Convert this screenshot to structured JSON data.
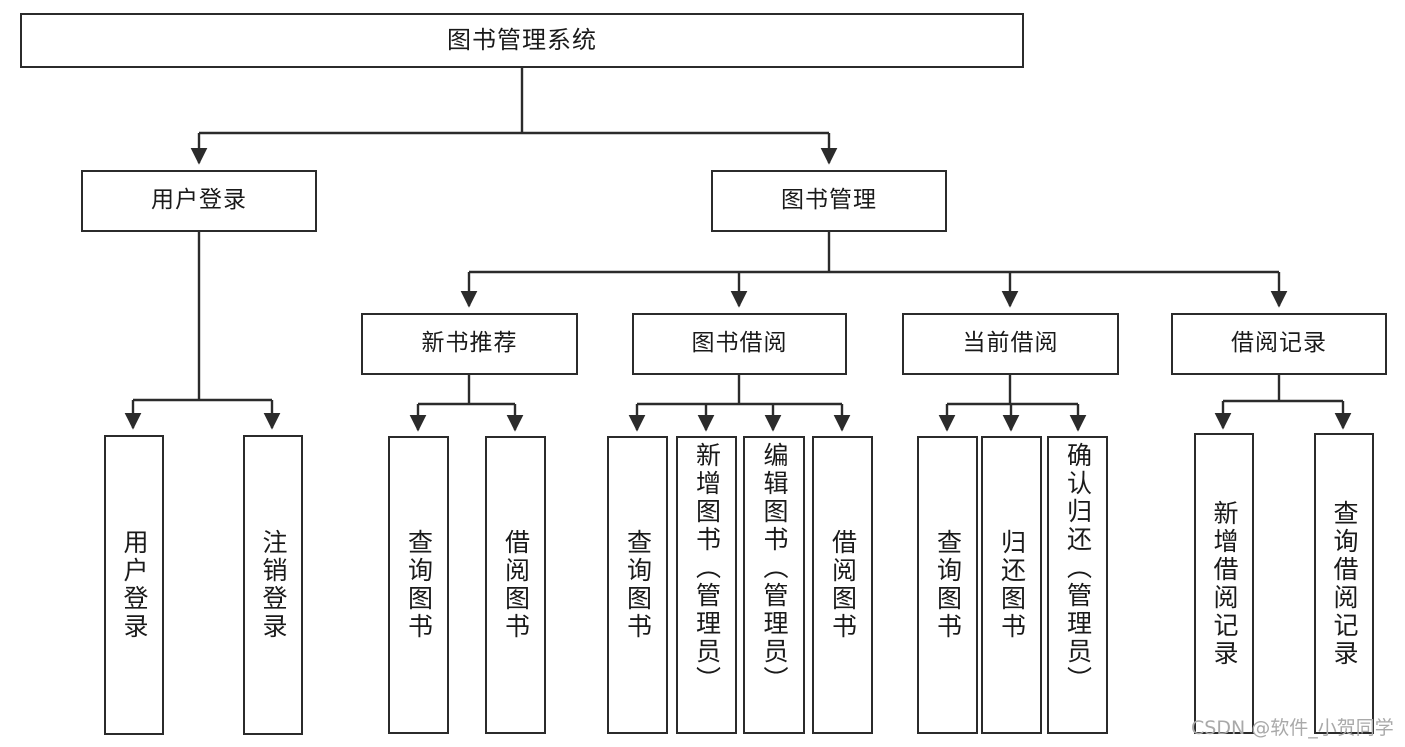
{
  "diagram": {
    "title": "图书管理系统",
    "type": "hierarchy-tree",
    "watermark": "CSDN @软件_小贺同学",
    "colors": {
      "stroke": "#2b2b2b",
      "fill": "#ffffff",
      "text": "#1a1a1a",
      "watermark": "#a9a9a9"
    },
    "root": {
      "label": "图书管理系统"
    },
    "level2": [
      {
        "label": "用户登录"
      },
      {
        "label": "图书管理"
      }
    ],
    "level3": [
      {
        "label": "新书推荐"
      },
      {
        "label": "图书借阅"
      },
      {
        "label": "当前借阅"
      },
      {
        "label": "借阅记录"
      }
    ],
    "leaves": {
      "user_login": [
        {
          "label": "用户登录"
        },
        {
          "label": "注销登录"
        }
      ],
      "new_book_recommend": [
        {
          "label": "查询图书"
        },
        {
          "label": "借阅图书"
        }
      ],
      "book_borrow": [
        {
          "label": "查询图书"
        },
        {
          "label": "新增图书（管理员）"
        },
        {
          "label": "编辑图书（管理员）"
        },
        {
          "label": "借阅图书"
        }
      ],
      "current_borrow": [
        {
          "label": "查询图书"
        },
        {
          "label": "归还图书"
        },
        {
          "label": "确认归还（管理员）"
        }
      ],
      "borrow_record": [
        {
          "label": "新增借阅记录"
        },
        {
          "label": "查询借阅记录"
        }
      ]
    }
  }
}
